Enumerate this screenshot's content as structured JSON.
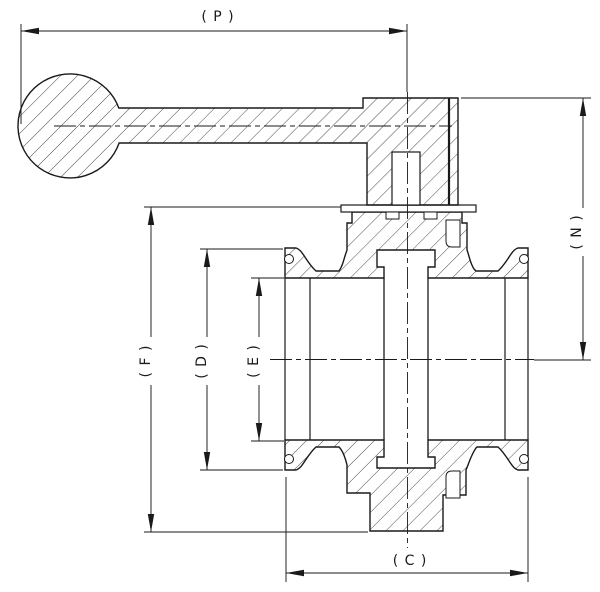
{
  "drawing": {
    "labels": {
      "P": "( P )",
      "N": "( N )",
      "F": "( F )",
      "D": "( D )",
      "E": "( E )",
      "C": "( C )"
    },
    "colors": {
      "line": "#1a1a1a",
      "background": "#ffffff"
    }
  }
}
